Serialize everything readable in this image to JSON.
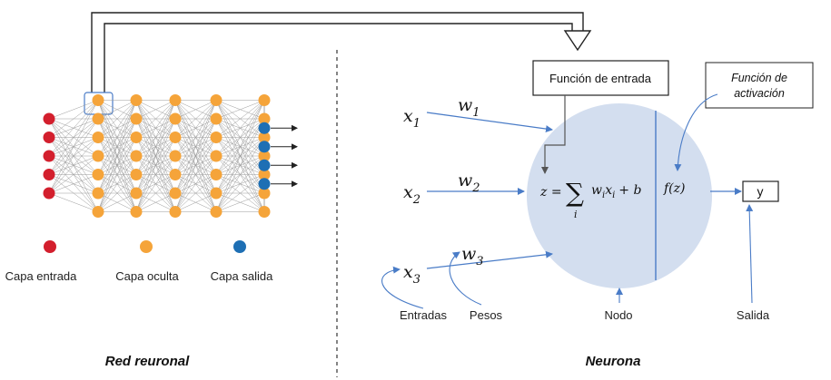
{
  "network": {
    "legend": {
      "input": "Capa entrada",
      "hidden": "Capa oculta",
      "output": "Capa salida"
    },
    "caption": "Red reuronal",
    "colors": {
      "input": "#d31f2d",
      "hidden": "#f5a43a",
      "output": "#1e6fb4",
      "edge": "#9a9a9a"
    },
    "layers": {
      "input_nodes": 5,
      "hidden_layers": 5,
      "hidden_nodes": 7,
      "output_nodes": 4
    }
  },
  "neuron": {
    "box_input_function": "Función de entrada",
    "activation_label_1": "Función de",
    "activation_label_2": "activación",
    "inputs": [
      {
        "var": "x",
        "sub": "1"
      },
      {
        "var": "x",
        "sub": "2"
      },
      {
        "var": "x",
        "sub": "3"
      }
    ],
    "weights": [
      {
        "var": "w",
        "sub": "1"
      },
      {
        "var": "w",
        "sub": "2"
      },
      {
        "var": "w",
        "sub": "3"
      }
    ],
    "formula": {
      "lhs": "z =",
      "sum": "∑",
      "index": "i",
      "term_w": "w",
      "term_w_sub": "i",
      "term_x": "x",
      "term_x_sub": "i",
      "plus_b": "+ b"
    },
    "activation": "f(z)",
    "output": "y",
    "labels": {
      "inputs": "Entradas",
      "weights": "Pesos",
      "node": "Nodo",
      "output": "Salida"
    },
    "caption": "Neurona",
    "colors": {
      "node_fill": "#d3deef",
      "arrow": "#4a7cc7",
      "divider": "#4a7cc7"
    }
  }
}
